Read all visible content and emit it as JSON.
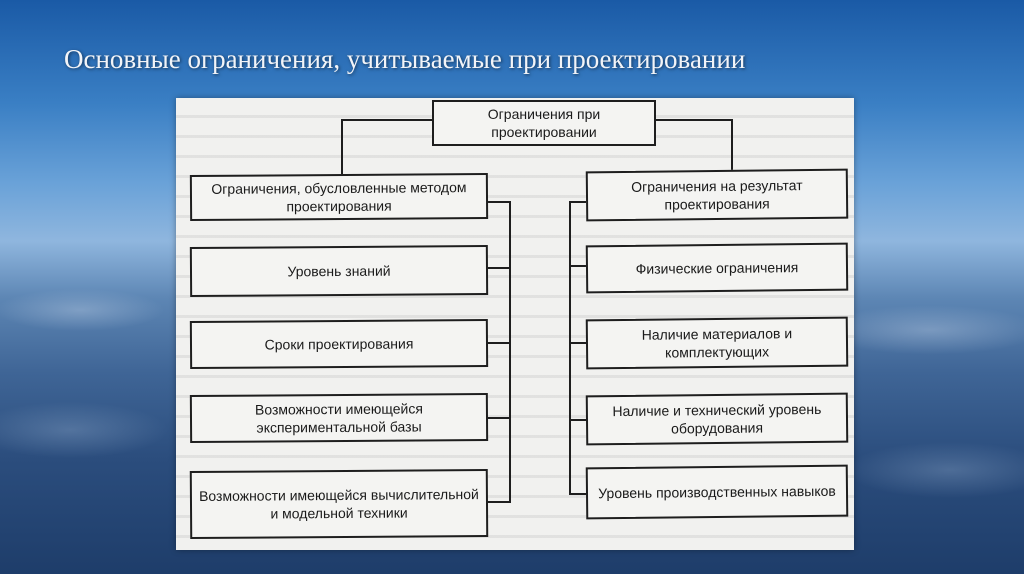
{
  "slide": {
    "title": "Основные ограничения, учитываемые при проектировании"
  },
  "diagram": {
    "root": "Ограничения при проектировании",
    "left_header": "Ограничения, обусловленные методом проектирования",
    "left_items": [
      "Уровень знаний",
      "Сроки проектирования",
      "Возможности имеющейся экспериментальной базы",
      "Возможности имеющейся вычислительной и модельной техники"
    ],
    "right_header": "Ограничения на результат проектирования",
    "right_items": [
      "Физические ограничения",
      "Наличие материалов и комплектующих",
      "Наличие и технический уровень оборудования",
      "Уровень производственных навыков"
    ]
  }
}
